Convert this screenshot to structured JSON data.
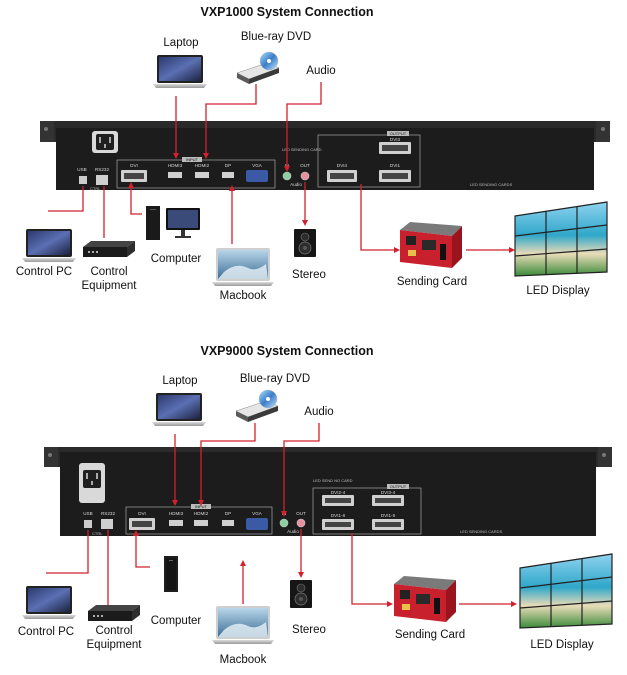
{
  "diagrams": [
    {
      "title": "VXP1000 System Connection",
      "labels": {
        "laptop": "Laptop",
        "bluray": "Blue-ray DVD",
        "audio": "Audio",
        "control_pc": "Control PC",
        "control_equipment": "Control\nEquipment",
        "computer": "Computer",
        "macbook": "Macbook",
        "stereo": "Stereo",
        "sending_card": "Sending Card",
        "led_display": "LED Display"
      },
      "panel": {
        "ports": [
          "USB",
          "RS232",
          "DVI",
          "HDMI3",
          "HDMI2",
          "DP",
          "VGA",
          "IN",
          "OUT",
          "DVI3",
          "DVI4",
          "DVI1",
          "DVI2"
        ],
        "texts": [
          "INPUT",
          "CTRL",
          "OUTPUT",
          "Audio",
          "LED SENDING CARD",
          "LED SENDING CARDS"
        ]
      }
    },
    {
      "title": "VXP9000 System Connection",
      "labels": {
        "laptop": "Laptop",
        "bluray": "Blue-ray DVD",
        "audio": "Audio",
        "control_pc": "Control PC",
        "control_equipment": "Control\nEquipment",
        "computer": "Computer",
        "macbook": "Macbook",
        "stereo": "Stereo",
        "sending_card": "Sending Card",
        "led_display": "LED Display"
      },
      "panel": {
        "ports": [
          "USB",
          "RS232",
          "DVI",
          "HDMI3",
          "HDMI2",
          "DP",
          "VGA",
          "IN",
          "OUT",
          "DVI2-4",
          "DVI3-4",
          "DVI1-6",
          "DVI1-6"
        ],
        "texts": [
          "INPUT",
          "CTRL",
          "OUTPUT",
          "Audio",
          "LED SEND NO CARD",
          "LED SENDING CARDS"
        ]
      }
    }
  ]
}
